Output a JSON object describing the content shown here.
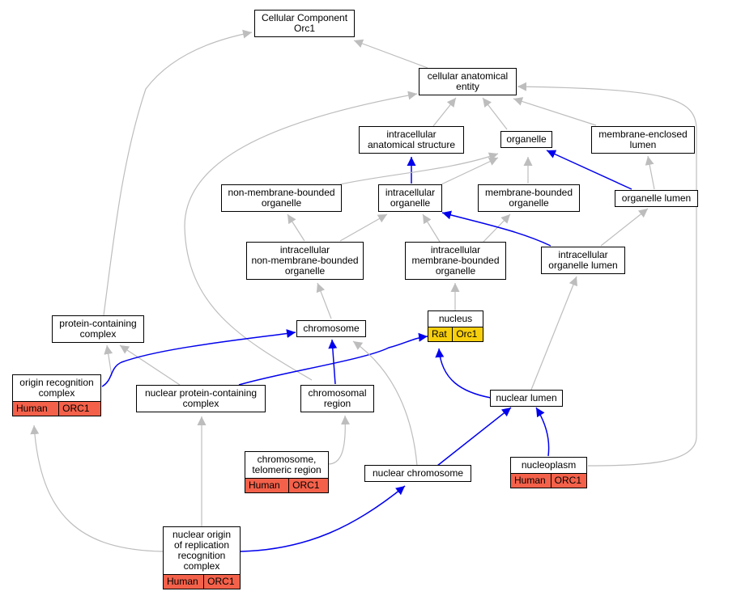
{
  "colors": {
    "edge_gray": "#bdbdbd",
    "edge_blue": "#0000ee",
    "human_tag": "#f4614a",
    "rat_tag": "#f7cf0c"
  },
  "nodes": {
    "cc_orc1": {
      "lines": [
        "Cellular Component",
        "Orc1"
      ]
    },
    "cae": {
      "lines": [
        "cellular anatomical",
        "entity"
      ]
    },
    "ias": {
      "lines": [
        "intracellular",
        "anatomical structure"
      ]
    },
    "organelle": {
      "lines": [
        "organelle"
      ]
    },
    "mel": {
      "lines": [
        "membrane-enclosed",
        "lumen"
      ]
    },
    "nmbo": {
      "lines": [
        "non-membrane-bounded",
        "organelle"
      ]
    },
    "io": {
      "lines": [
        "intracellular",
        "organelle"
      ]
    },
    "mbo": {
      "lines": [
        "membrane-bounded",
        "organelle"
      ]
    },
    "ol": {
      "lines": [
        "organelle lumen"
      ]
    },
    "inmbo": {
      "lines": [
        "intracellular",
        "non-membrane-bounded",
        "organelle"
      ]
    },
    "imbo": {
      "lines": [
        "intracellular",
        "membrane-bounded",
        "organelle"
      ]
    },
    "iol": {
      "lines": [
        "intracellular",
        "organelle lumen"
      ]
    },
    "nucleus": {
      "lines": [
        "nucleus"
      ],
      "tags": [
        "Rat",
        "Orc1"
      ]
    },
    "pcc": {
      "lines": [
        "protein-containing",
        "complex"
      ]
    },
    "chromosome": {
      "lines": [
        "chromosome"
      ]
    },
    "orc": {
      "lines": [
        "origin recognition",
        "complex"
      ],
      "tags": [
        "Human",
        "ORC1"
      ]
    },
    "npcc": {
      "lines": [
        "nuclear protein-containing",
        "complex"
      ]
    },
    "cr": {
      "lines": [
        "chromosomal",
        "region"
      ]
    },
    "nl": {
      "lines": [
        "nuclear lumen"
      ]
    },
    "ctr": {
      "lines": [
        "chromosome,",
        "telomeric region"
      ],
      "tags": [
        "Human",
        "ORC1"
      ]
    },
    "nc": {
      "lines": [
        "nuclear chromosome"
      ]
    },
    "np": {
      "lines": [
        "nucleoplasm"
      ],
      "tags": [
        "Human",
        "ORC1"
      ]
    },
    "norc": {
      "lines": [
        "nuclear origin",
        "of replication",
        "recognition",
        "complex"
      ],
      "tags": [
        "Human",
        "ORC1"
      ]
    }
  }
}
